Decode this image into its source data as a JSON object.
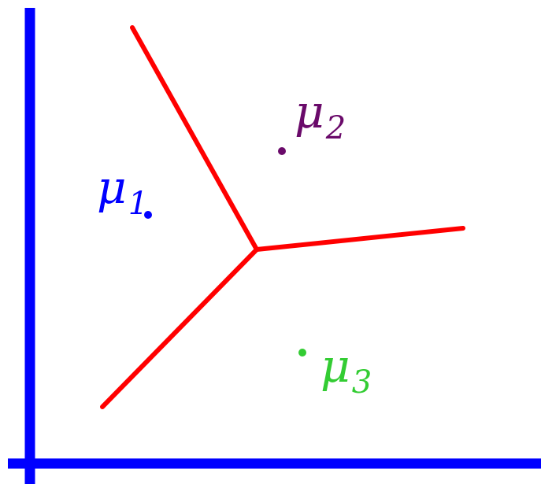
{
  "colors": {
    "axes": "#0000ff",
    "boundary": "#ff0000",
    "mu1": "#0000ff",
    "mu2": "#6a0a6a",
    "mu3": "#33cc33"
  },
  "centroids": [
    {
      "symbol": "μ",
      "subscript": "1",
      "color_key": "mu1"
    },
    {
      "symbol": "μ",
      "subscript": "2",
      "color_key": "mu2"
    },
    {
      "symbol": "μ",
      "subscript": "3",
      "color_key": "mu3"
    }
  ]
}
